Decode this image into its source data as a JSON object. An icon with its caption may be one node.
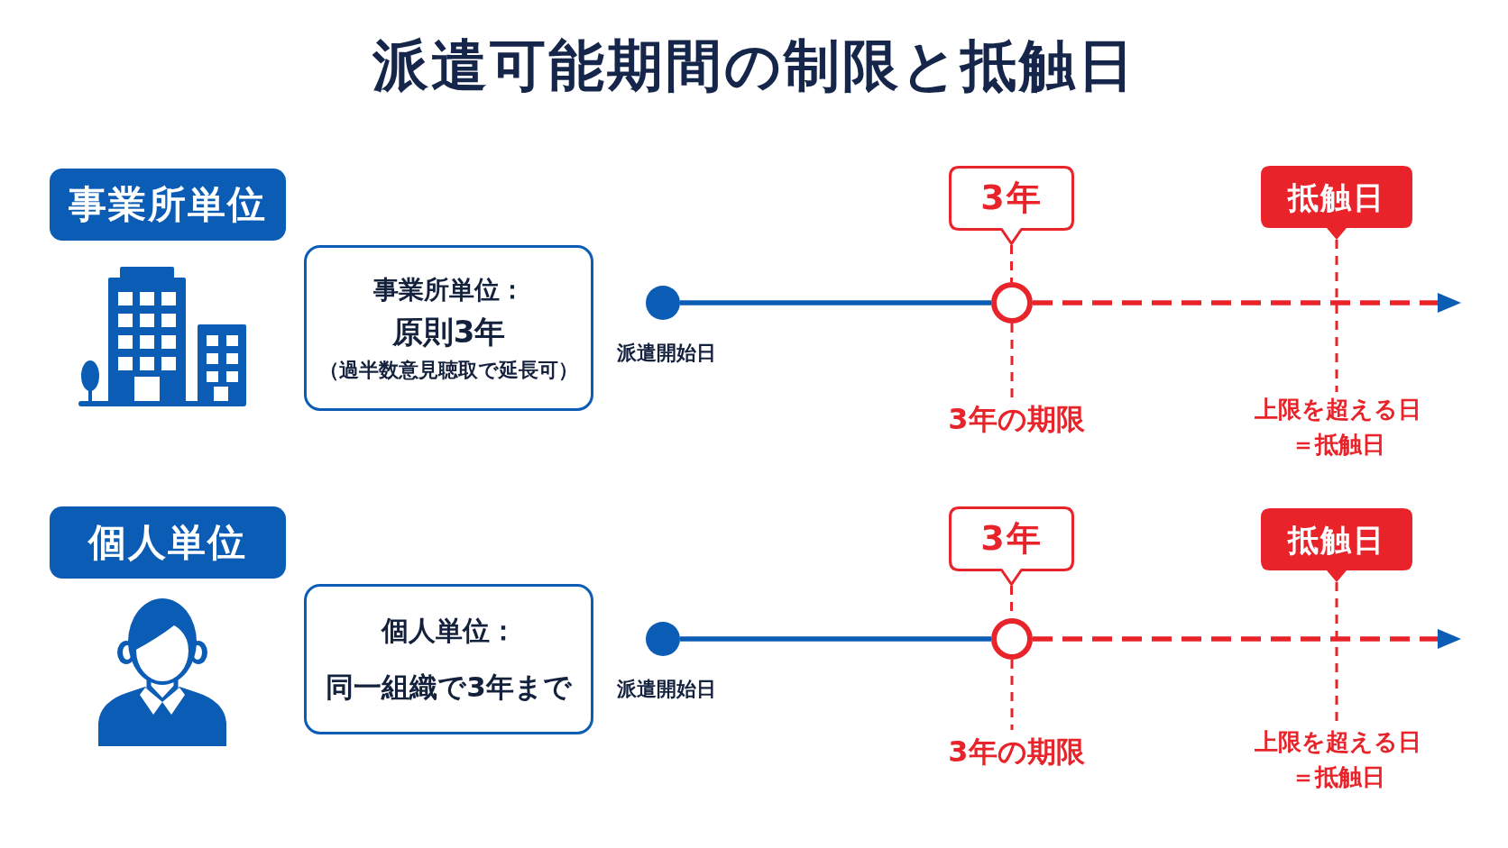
{
  "diagram": {
    "title": "派遣可能期間の制限と抵触日",
    "nodes": [
      {
        "text": [
          "事業所単位"
        ]
      },
      {
        "text": [
          "事業所単位：",
          "原則3年",
          "（過半数意見聴取で延長可）"
        ]
      },
      {
        "text": [],
        "shape": "circle",
        "beside": [
          "派遣開始日"
        ]
      },
      {
        "text": [
          "3年"
        ]
      },
      {
        "text": [],
        "shape": "circle"
      },
      {
        "text": [
          "抵触日"
        ]
      },
      {
        "text": [
          "3年の期限"
        ]
      },
      {
        "text": [
          "上限を超える日＝抵触日"
        ]
      },
      {
        "text": [
          "個人単位"
        ]
      },
      {
        "text": [
          "個人単位：",
          "同一組織で3年まで"
        ]
      },
      {
        "text": [],
        "shape": "circle",
        "beside": [
          "派遣開始日"
        ]
      },
      {
        "text": [
          "3年"
        ]
      },
      {
        "text": [],
        "shape": "circle"
      },
      {
        "text": [
          "抵触日"
        ]
      },
      {
        "text": [
          "3年の期限"
        ]
      },
      {
        "text": [
          "上限を超える日＝抵触日"
        ]
      }
    ],
    "edges": [
      {
        "from": 2,
        "to": 4,
        "arrow": "none",
        "color": "#0b5cb5"
      },
      {
        "from": 4,
        "to": null,
        "arrow": "to",
        "style": "dashed"
      },
      {
        "from": 3,
        "to": 4,
        "arrow": "none",
        "style": "dashed"
      },
      {
        "from": 4,
        "to": 6,
        "arrow": "none",
        "style": "dashed"
      },
      {
        "from": 5,
        "to": 7,
        "arrow": "none",
        "style": "dashed"
      },
      {
        "from": 10,
        "to": 12,
        "arrow": "none",
        "color": "#0b5cb5"
      },
      {
        "from": 12,
        "to": null,
        "arrow": "to",
        "style": "dashed"
      },
      {
        "from": 11,
        "to": 12,
        "arrow": "none",
        "style": "dashed"
      },
      {
        "from": 12,
        "to": 14,
        "arrow": "none",
        "style": "dashed"
      },
      {
        "from": 13,
        "to": 15,
        "arrow": "none",
        "style": "dashed"
      }
    ]
  }
}
